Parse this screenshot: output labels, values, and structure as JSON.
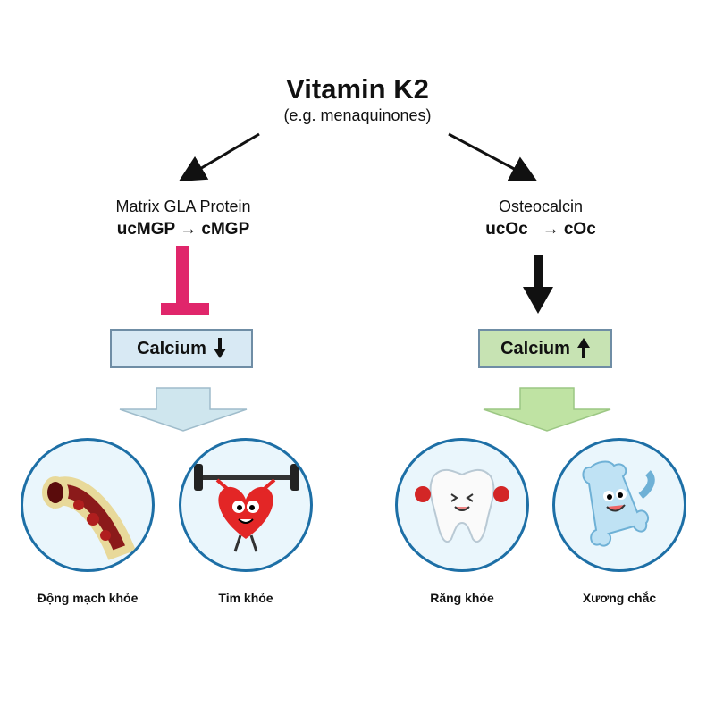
{
  "title": "Vitamin K2",
  "subtitle": "(e.g. menaquinones)",
  "left": {
    "protein_name": "Matrix GLA Protein",
    "protein_forms": "ucMGP → cMGP",
    "calcium_label": "Calcium",
    "calcium_direction": "down",
    "color_box": "#d8e9f4",
    "color_inhibit": "#e0266b",
    "color_funnel": "#cfe6ee",
    "outcomes": [
      {
        "label": "Động mạch khỏe",
        "icon": "artery-icon"
      },
      {
        "label": "Tim khỏe",
        "icon": "heart-weightlifter-icon"
      }
    ]
  },
  "right": {
    "protein_name": "Osteocalcin",
    "protein_forms": "ucOc   → cOc",
    "calcium_label": "Calcium",
    "calcium_direction": "up",
    "color_box": "#c7e3b3",
    "color_funnel": "#bfe3a3",
    "outcomes": [
      {
        "label": "Răng khỏe",
        "icon": "tooth-boxer-icon"
      },
      {
        "label": "Xương chắc",
        "icon": "bone-strong-icon"
      }
    ]
  }
}
